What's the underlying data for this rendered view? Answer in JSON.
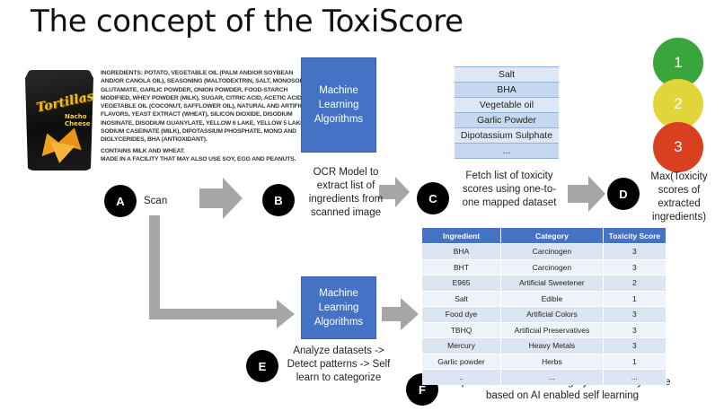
{
  "title": "The concept of the ToxiScore",
  "product": {
    "brand": "Tortillas",
    "flavor": "Nacho Cheese",
    "ingredients_paragraph": "INGREDIENTS: POTATO, VEGETABLE OIL (PALM AND/OR SOYBEAN AND/OR CANOLA OIL), SEASONING (MALTODEXTRIN, SALT, MONOSODIUM GLUTAMATE, GARLIC POWDER, ONION POWDER, FOOD-STARCH MODIFIED, WHEY POWDER (MILK), SUGAR, CITRIC ACID, ACETIC ACID, VEGETABLE OIL (COCONUT, SAFFLOWER OIL), NATURAL AND ARTIFICIAL FLAVORS, YEAST EXTRACT (WHEAT), SILICON DIOXIDE, DISODIUM INOSINATE, DISODIUM GUANYLATE, YELLOW 6 LAKE, YELLOW 5 LAKE, SODIUM CASEINATE (MILK), DIPOTASSIUM PHOSPHATE, MONO AND DIGLYCERIDES, BHA (ANTIOXIDANT).",
    "allergen_line1": "CONTAINS MILK AND WHEAT.",
    "allergen_line2": "MADE IN A FACILITY THAT MAY ALSO USE SOY, EGG AND PEANUTS."
  },
  "ml_label": "Machine Learning Algorithms",
  "extracted_list": [
    "Salt",
    "BHA",
    "Vegetable oil",
    "Garlic Powder",
    "Dipotassium Sulphate",
    "..."
  ],
  "scores": [
    {
      "label": "1",
      "color": "#3aa53a"
    },
    {
      "label": "2",
      "color": "#e2d53c"
    },
    {
      "label": "3",
      "color": "#d9401f"
    }
  ],
  "steps": {
    "A": {
      "letter": "A",
      "text": "Scan"
    },
    "B": {
      "letter": "B",
      "text_lines": [
        "OCR Model to",
        "extract list of",
        "ingredients from",
        "scanned image"
      ]
    },
    "C": {
      "letter": "C",
      "text_lines": [
        "Fetch list of toxicity",
        "scores using one-to-",
        "one mapped dataset"
      ]
    },
    "D": {
      "letter": "D",
      "text_lines": [
        "Max(Toxicity",
        "scores of",
        "extracted",
        "ingredients)"
      ]
    },
    "E": {
      "letter": "E",
      "text_lines": [
        "Analyze datasets ->",
        "Detect patterns -> Self",
        "learn to categorize"
      ]
    },
    "F": {
      "letter": "F",
      "text_lines": [
        "Update dataset with category and toxicity score",
        "based on AI enabled self learning"
      ]
    }
  },
  "table": {
    "headers": [
      "Ingredient",
      "Category",
      "Toxicity Score"
    ],
    "rows": [
      [
        "BHA",
        "Carcinogen",
        "3"
      ],
      [
        "BHT",
        "Carcinogen",
        "3"
      ],
      [
        "E965",
        "Artificial Sweetener",
        "2"
      ],
      [
        "Salt",
        "Edible",
        "1"
      ],
      [
        "Food dye",
        "Artificial Colors",
        "3"
      ],
      [
        "TBHQ",
        "Artificial Preservatives",
        "3"
      ],
      [
        "Mercury",
        "Heavy Metals",
        "3"
      ],
      [
        "Garlic powder",
        "Herbs",
        "1"
      ],
      [
        "..",
        "...",
        "..."
      ]
    ]
  },
  "colors": {
    "ml_box": "#4472c4",
    "arrow": "#a6a6a6",
    "step_circle": "#000000"
  }
}
